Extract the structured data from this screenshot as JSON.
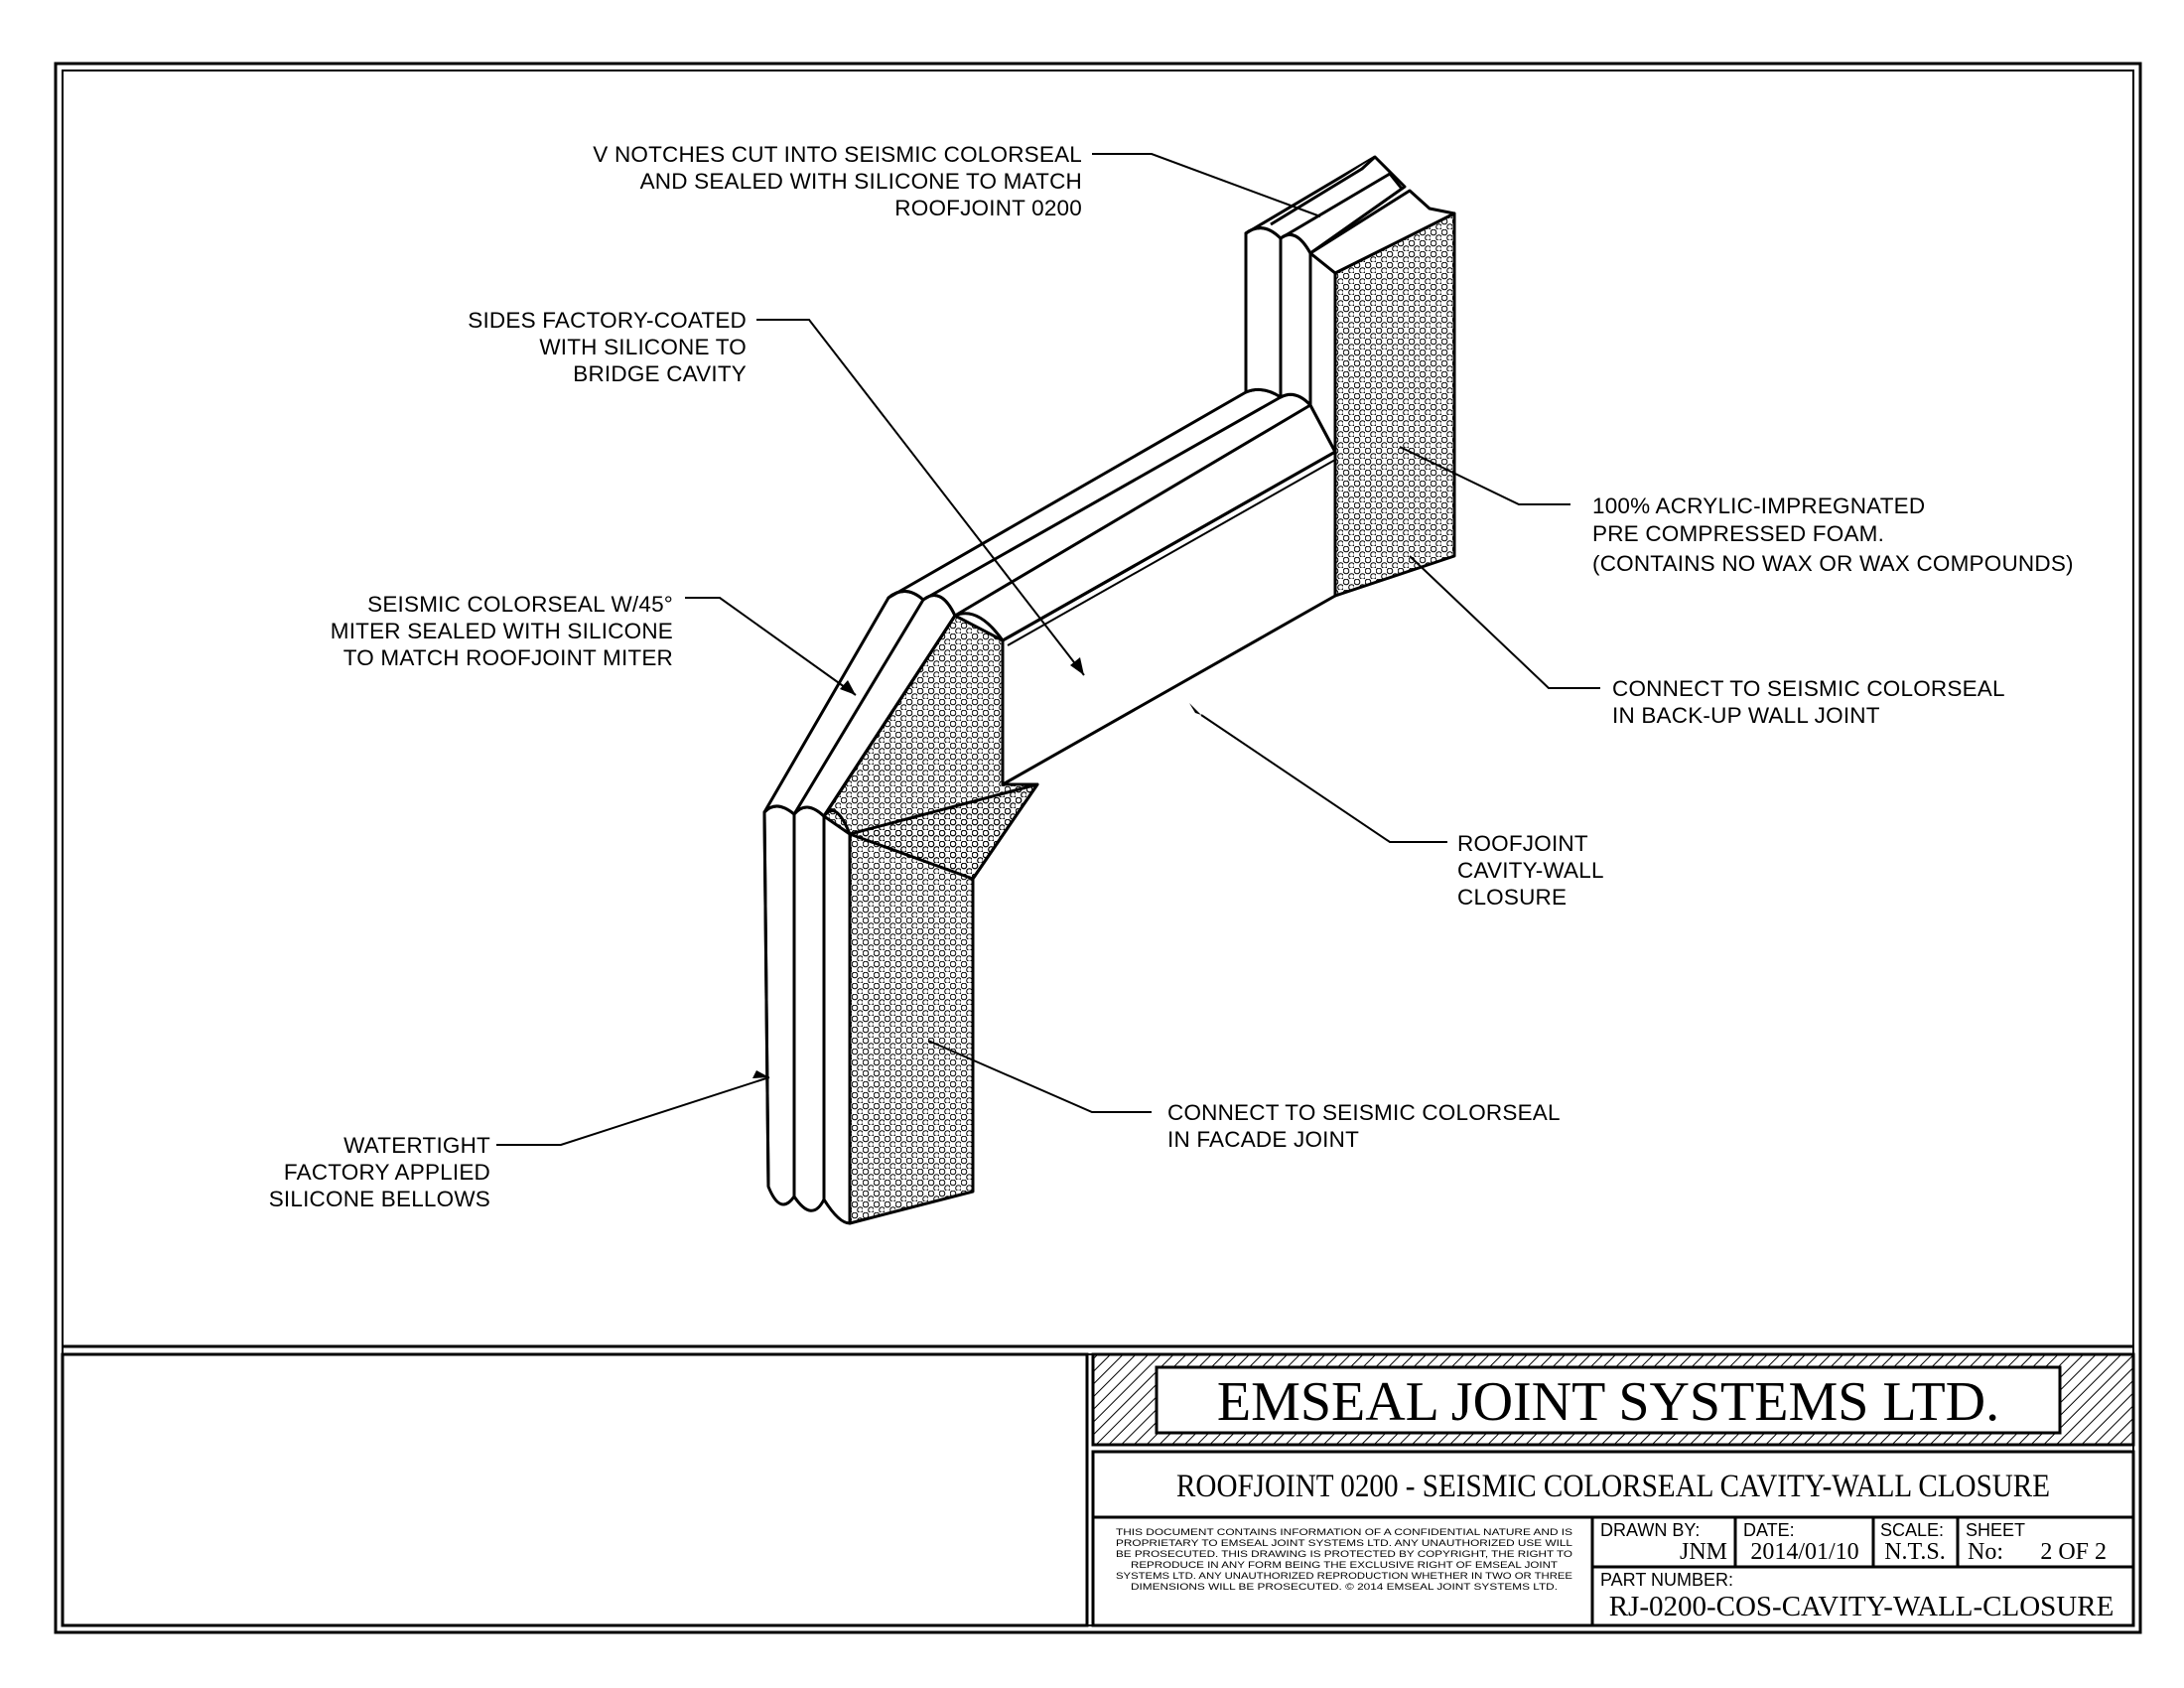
{
  "callouts": {
    "v_notches": [
      "V NOTCHES CUT INTO SEISMIC COLORSEAL",
      "AND SEALED WITH SILICONE TO MATCH",
      "ROOFJOINT 0200"
    ],
    "sides_coated": [
      "SIDES FACTORY-COATED",
      "WITH SILICONE TO",
      "BRIDGE CAVITY"
    ],
    "miter": [
      "SEISMIC COLORSEAL W/45°",
      "MITER SEALED WITH SILICONE",
      "TO MATCH ROOFJOINT MITER"
    ],
    "foam": [
      "100% ACRYLIC-IMPREGNATED",
      "PRE COMPRESSED FOAM.",
      "(CONTAINS NO WAX OR WAX COMPOUNDS)"
    ],
    "backup_wall": [
      "CONNECT TO SEISMIC COLORSEAL",
      "IN BACK-UP WALL JOINT"
    ],
    "closure": [
      "ROOFJOINT",
      "CAVITY-WALL",
      "CLOSURE"
    ],
    "facade": [
      "CONNECT TO SEISMIC COLORSEAL",
      "IN FACADE JOINT"
    ],
    "bellows": [
      "WATERTIGHT",
      "FACTORY APPLIED",
      "SILICONE BELLOWS"
    ]
  },
  "title_block": {
    "company": "EMSEAL JOINT SYSTEMS LTD.",
    "drawing_title": "ROOFJOINT 0200 - SEISMIC COLORSEAL CAVITY-WALL CLOSURE",
    "legal": [
      "THIS DOCUMENT CONTAINS INFORMATION OF A CONFIDENTIAL NATURE AND IS",
      "PROPRIETARY TO EMSEAL JOINT SYSTEMS LTD. ANY UNAUTHORIZED USE WILL",
      "BE PROSECUTED. THIS DRAWING IS PROTECTED BY COPYRIGHT, THE RIGHT TO",
      "REPRODUCE IN ANY FORM BEING THE EXCLUSIVE RIGHT OF EMSEAL JOINT",
      "SYSTEMS LTD. ANY UNAUTHORIZED REPRODUCTION WHETHER IN TWO OR THREE",
      "DIMENSIONS WILL BE PROSECUTED. © 2014 EMSEAL JOINT SYSTEMS LTD."
    ],
    "drawn_by_label": "DRAWN BY:",
    "drawn_by": "JNM",
    "date_label": "DATE:",
    "date": "2014/01/10",
    "scale_label": "SCALE:",
    "scale": "N.T.S.",
    "sheet_label": "SHEET",
    "sheet_no_label": "No:",
    "sheet": "2 OF 2",
    "part_number_label": "PART NUMBER:",
    "part_number": "RJ-0200-COS-CAVITY-WALL-CLOSURE"
  }
}
